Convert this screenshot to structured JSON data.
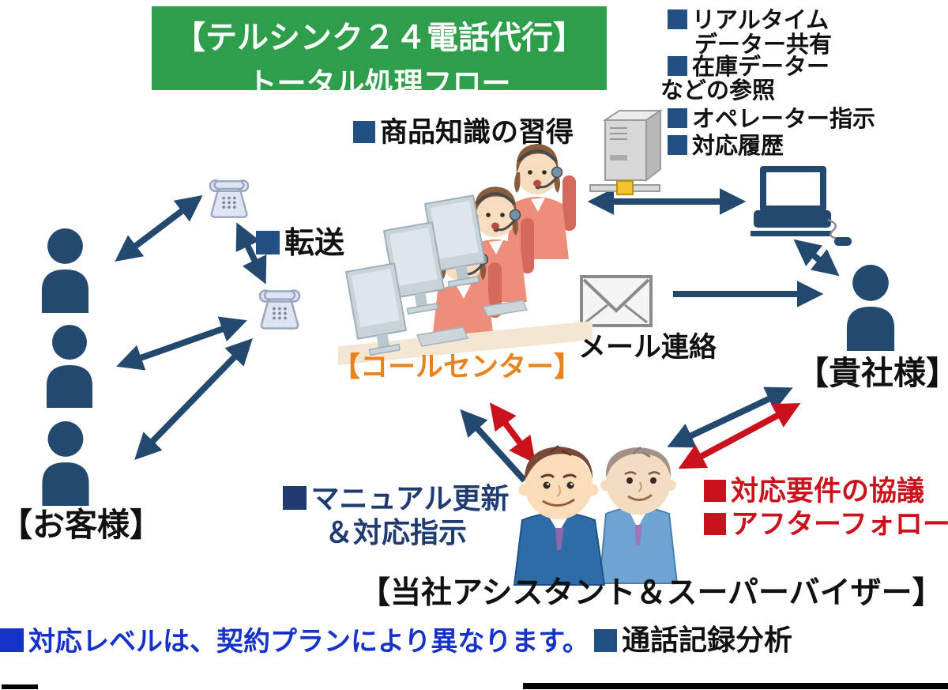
{
  "title": {
    "line1": "【テルシンク２４電話代行】",
    "line2": "トータル処理フロー"
  },
  "data_list": {
    "realtime_1": "リアルタイム",
    "realtime_2": "データー共有",
    "stock_1": "在庫データー",
    "stock_2": "などの参照",
    "operator_instruction": "オペレーター指示",
    "response_history": "対応履歴"
  },
  "flow": {
    "product_knowledge": "商品知識の習得",
    "transfer": "転送",
    "customers_label": "【お客様】",
    "call_center_label": "【コールセンター】",
    "mail_contact": "メール連絡",
    "client_label": "【貴社様】",
    "manual_update_1": "マニュアル更新",
    "manual_update_2": "＆対応指示",
    "discussion": "対応要件の協議",
    "after_follow": "アフターフォロー",
    "supervisor_label": "【当社アシスタント＆スーパーバイザー】"
  },
  "footer": {
    "level_note": "対応レベルは、契約プランにより異なります。",
    "call_log_analysis": "通話記録分析"
  },
  "colors": {
    "title_green": "#2f9e4a",
    "arrow_navy": "#24496f",
    "bullet_navy": "#235084",
    "accent_orange": "#e8821a",
    "accent_red": "#c9121c",
    "accent_blue": "#1633c9",
    "text_black": "#111111"
  }
}
